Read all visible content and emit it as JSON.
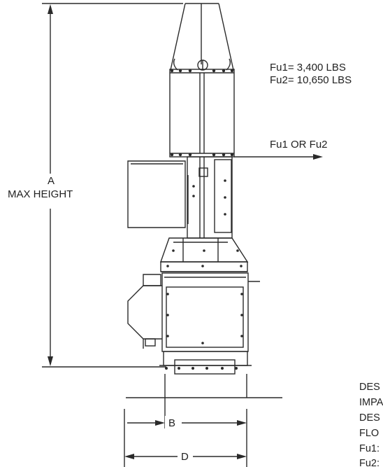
{
  "labels": {
    "dim_a": "A",
    "max_height": "MAX HEIGHT",
    "dim_b": "B",
    "dim_d": "D",
    "load_fu1": "Fu1= 3,400 LBS",
    "load_fu2": "Fu2= 10,650 LBS",
    "load_arrow": "Fu1 OR Fu2"
  },
  "notes_partial": [
    "DES",
    "IMPA",
    "DES",
    "FLO",
    "Fu1:",
    "Fu2:"
  ],
  "colors": {
    "line": "#2a2a2a",
    "background": "#ffffff"
  }
}
